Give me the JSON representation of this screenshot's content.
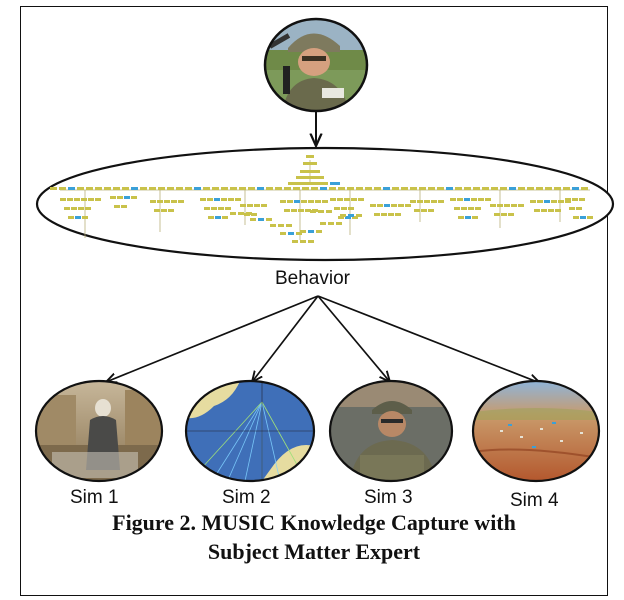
{
  "nodes": {
    "expert": {
      "icon": "soldier-photo"
    },
    "behavior": {
      "label": "Behavior",
      "icon": "behavior-tree"
    },
    "sims": [
      {
        "label": "Sim 1",
        "icon": "desert-village-photo"
      },
      {
        "label": "Sim 2",
        "icon": "tactical-map"
      },
      {
        "label": "Sim 3",
        "icon": "soldier-avatar-photo"
      },
      {
        "label": "Sim 4",
        "icon": "terrain-aerial-photo"
      }
    ]
  },
  "caption": {
    "line1": "Figure 2.  MUSIC Knowledge Capture with",
    "line2": "Subject Matter Expert"
  },
  "colors": {
    "border": "#111111",
    "tree_node": "#c9c24a",
    "tree_accent": "#3aa0d8"
  }
}
